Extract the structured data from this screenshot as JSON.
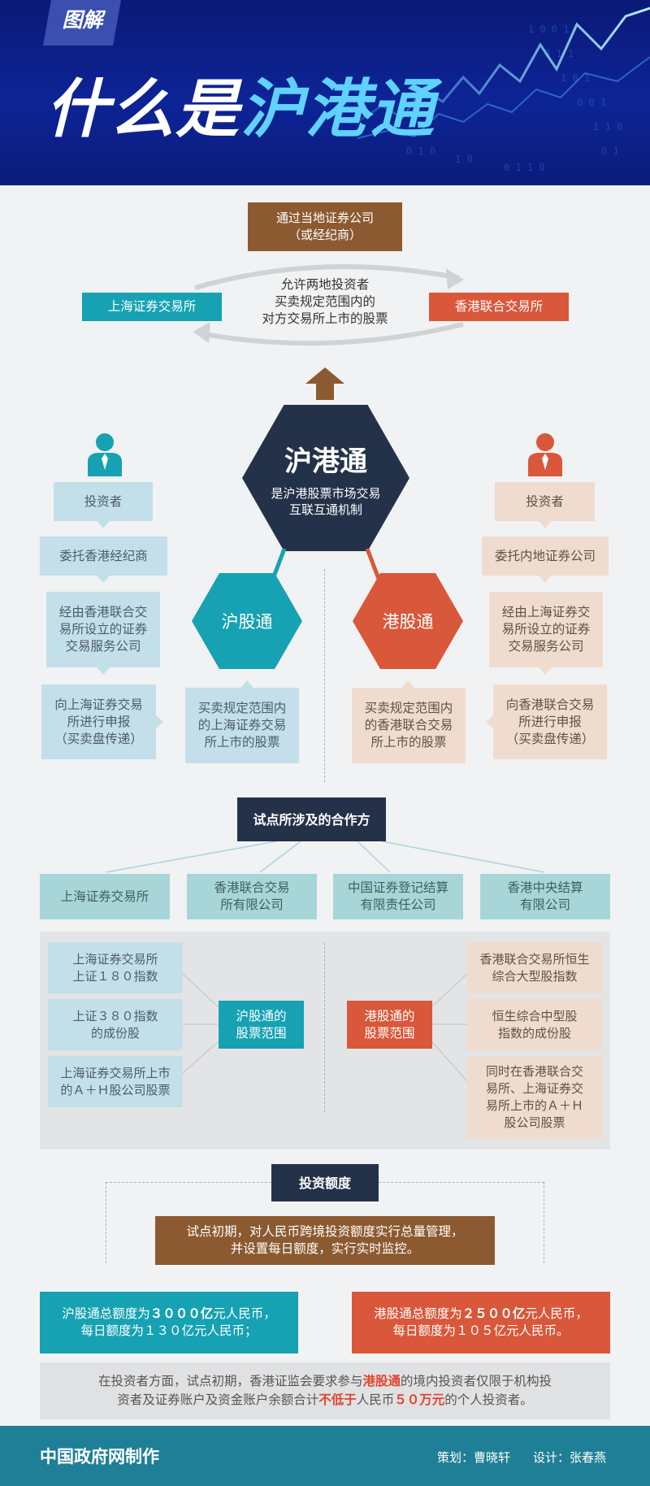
{
  "header": {
    "badge": "图解",
    "title_part1": "什么是",
    "title_part2": "沪港通"
  },
  "flow": {
    "broker": "通过当地证券公司\n（或经纪商）",
    "sse": "上海证券交易所",
    "hkex": "香港联合交易所",
    "allow_text": "允许两地投资者\n买卖规定范围内的\n对方交易所上市的股票"
  },
  "core": {
    "title": "沪港通",
    "subtitle": "是沪港股票市场交易\n互联互通机制"
  },
  "left_chain": {
    "investor": "投资者",
    "step1": "委托香港经纪商",
    "step2": "经由香港联合交\n易所设立的证券\n交易服务公司",
    "step3": "向上海证券交易\n所进行申报\n（买卖盘传递）"
  },
  "right_chain": {
    "investor": "投资者",
    "step1": "委托内地证券公司",
    "step2": "经由上海证券交\n易所设立的证券\n交易服务公司",
    "step3": "向香港联合交易\n所进行申报\n（买卖盘传递）"
  },
  "shanghai_connect": {
    "title": "沪股通",
    "desc": "买卖规定范围内\n的上海证券交易\n所上市的股票"
  },
  "hk_connect": {
    "title": "港股通",
    "desc": "买卖规定范围内\n的香港联合交易\n所上市的股票"
  },
  "cooperation": {
    "title": "试点所涉及的合作方",
    "parties": [
      "上海证券交易所",
      "香港联合交易\n所有限公司",
      "中国证券登记结算\n有限责任公司",
      "香港中央结算\n有限公司"
    ]
  },
  "scope": {
    "sh_label": "沪股通的\n股票范围",
    "hk_label": "港股通的\n股票范围",
    "sh_items": [
      "上海证券交易所\n上证１８０指数",
      "上证３８０指数\n的成份股",
      "上海证券交易所上市\n的Ａ＋Ｈ股公司股票"
    ],
    "hk_items": [
      "香港联合交易所恒生\n综合大型股指数",
      "恒生综合中型股\n指数的成份股",
      "同时在香港联合交\n易所、上海证券交\n易所上市的Ａ＋Ｈ\n股公司股票"
    ]
  },
  "quota": {
    "title": "投资额度",
    "desc": "试点初期，对人民币跨境投资额度实行总量管理，\n并设置每日额度，实行实时监控。",
    "sh_line1_a": "沪股通总额度为",
    "sh_line1_num": "３０００亿",
    "sh_line1_b": "元人民币，",
    "sh_line2": "每日额度为１３０亿元人民币；",
    "hk_line1_a": "港股通总额度为",
    "hk_line1_num": "２５００亿",
    "hk_line1_b": "元人民币，",
    "hk_line2": "每日额度为１０５亿元人民币。"
  },
  "note": {
    "p1": "在投资者方面，试点初期，香港证监会要求参与",
    "hl1": "港股通",
    "p2": "的境内投资者仅限于机构投",
    "p3": "资者及证券账户及资金账户余额合计",
    "hl2": "不低于",
    "p4": "人民币",
    "hl3": "５０万元",
    "p5": "的个人投资者。"
  },
  "footer": {
    "maker": "中国政府网制作",
    "planner": "策划：曹晓轩",
    "designer": "设计：张春燕"
  },
  "colors": {
    "teal": "#16a2b3",
    "orange": "#d9573a",
    "brown": "#8c5a30",
    "navy": "#243249",
    "header_blue": "#0d2496"
  }
}
